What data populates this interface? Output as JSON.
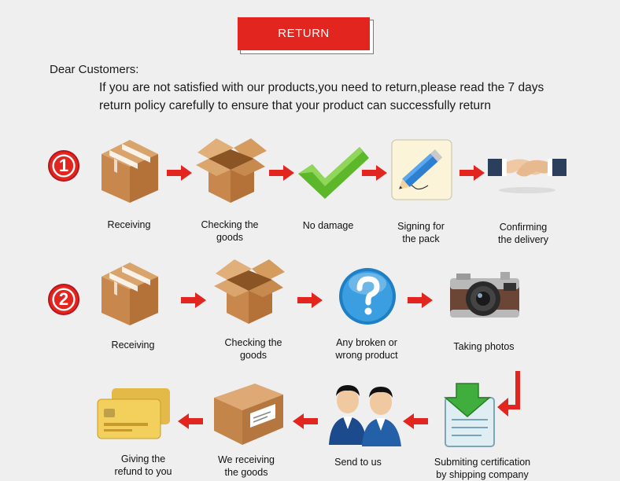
{
  "header": {
    "title": "RETURN"
  },
  "intro": {
    "greeting": "Dear Customers:",
    "line1": "If you are not satisfied with our products,you need to return,please read the 7 days",
    "line2": "return policy carefully to ensure that your product can successfully return"
  },
  "steps": {
    "number1": "1",
    "number2": "2",
    "row1": [
      {
        "line1": "Receiving",
        "line2": ""
      },
      {
        "line1": "Checking the",
        "line2": "goods"
      },
      {
        "line1": "No damage",
        "line2": ""
      },
      {
        "line1": "Signing for",
        "line2": "the pack"
      },
      {
        "line1": "Confirming",
        "line2": "the delivery"
      }
    ],
    "row2": [
      {
        "line1": "Receiving",
        "line2": ""
      },
      {
        "line1": "Checking the",
        "line2": "goods"
      },
      {
        "line1": "Any broken or",
        "line2": "wrong product"
      },
      {
        "line1": "Taking photos",
        "line2": ""
      }
    ],
    "row3": [
      {
        "line1": "Giving the",
        "line2": "refund to you"
      },
      {
        "line1": "We receiving",
        "line2": "the goods"
      },
      {
        "line1": "Send to us",
        "line2": ""
      },
      {
        "line1": "Submiting certification",
        "line2": "by shipping company"
      }
    ]
  },
  "colors": {
    "accent": "#e2261f",
    "check": "#5cb82a",
    "question": "#1e7fc4"
  }
}
